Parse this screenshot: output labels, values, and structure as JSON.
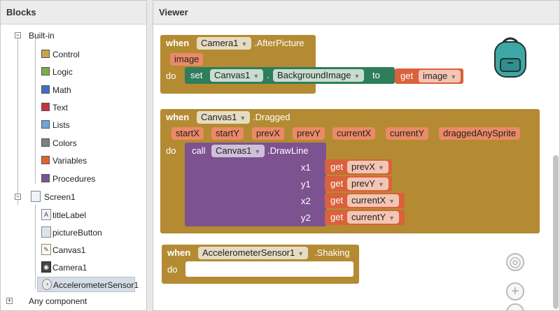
{
  "blocks_panel": {
    "title": "Blocks",
    "builtin": {
      "label": "Built-in",
      "toggle": "−"
    },
    "categories": [
      {
        "label": "Control",
        "color": "#c8a348"
      },
      {
        "label": "Logic",
        "color": "#77b048"
      },
      {
        "label": "Math",
        "color": "#3e71c4"
      },
      {
        "label": "Text",
        "color": "#c8343a"
      },
      {
        "label": "Lists",
        "color": "#6ea6d8"
      },
      {
        "label": "Colors",
        "color": "#808080"
      },
      {
        "label": "Variables",
        "color": "#e0642c"
      },
      {
        "label": "Procedures",
        "color": "#7c5390"
      }
    ],
    "screen": {
      "label": "Screen1",
      "toggle": "−"
    },
    "components": [
      {
        "label": "titleLabel",
        "icon": "label-icon"
      },
      {
        "label": "pictureButton",
        "icon": "button-icon"
      },
      {
        "label": "Canvas1",
        "icon": "canvas-icon"
      },
      {
        "label": "Camera1",
        "icon": "camera-icon"
      },
      {
        "label": "AccelerometerSensor1",
        "icon": "accelerometer-icon"
      }
    ],
    "any_component": {
      "label": "Any component",
      "toggle": "+"
    }
  },
  "viewer": {
    "title": "Viewer",
    "block1": {
      "when": "when",
      "component": "Camera1",
      "event": ".AfterPicture",
      "param": "image",
      "do": "do",
      "set": "set",
      "set_component": "Canvas1",
      "dot": ".",
      "property": "BackgroundImage",
      "to": "to",
      "get": "get",
      "get_var": "image"
    },
    "block2": {
      "when": "when",
      "component": "Canvas1",
      "event": ".Dragged",
      "params": [
        "startX",
        "startY",
        "prevX",
        "prevY",
        "currentX",
        "currentY",
        "draggedAnySprite"
      ],
      "do": "do",
      "call": "call",
      "call_component": "Canvas1",
      "method": ".DrawLine",
      "args": [
        {
          "name": "x1",
          "get": "get",
          "var": "prevX"
        },
        {
          "name": "y1",
          "get": "get",
          "var": "prevY"
        },
        {
          "name": "x2",
          "get": "get",
          "var": "currentX"
        },
        {
          "name": "y2",
          "get": "get",
          "var": "currentY"
        }
      ]
    },
    "block3": {
      "when": "when",
      "component": "AccelerometerSensor1",
      "event": ".Shaking",
      "do": "do"
    },
    "backpack_icon": "backpack-icon",
    "zoom_icons": [
      "target-icon",
      "zoom-in-icon",
      "zoom-out-icon"
    ]
  }
}
